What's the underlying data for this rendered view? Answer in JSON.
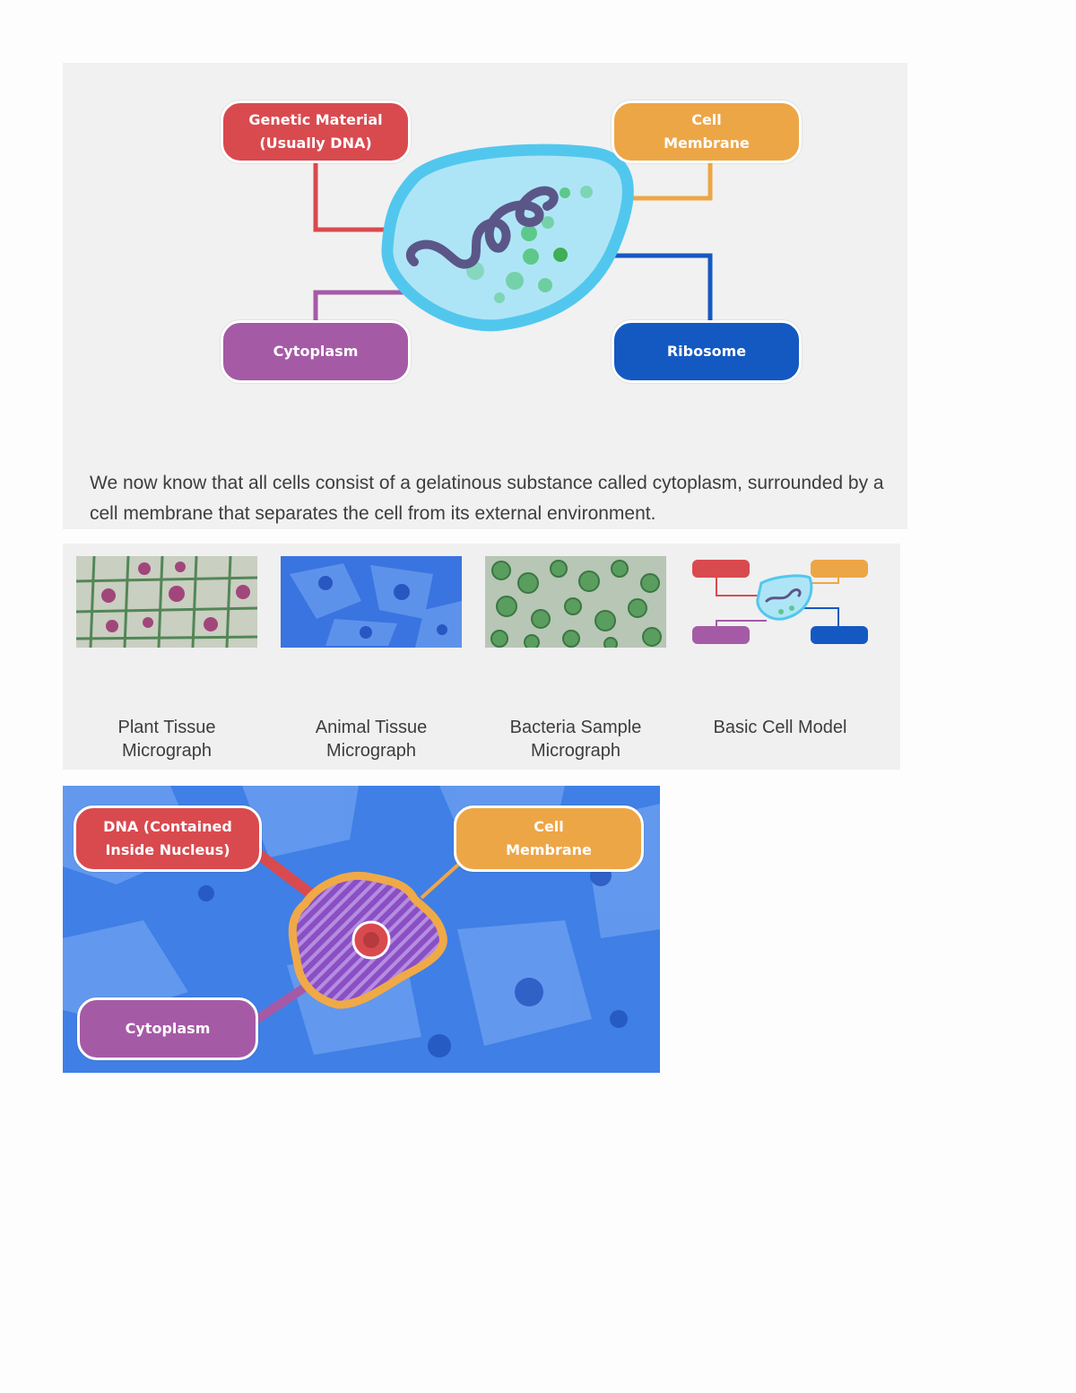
{
  "diagram1": {
    "labels": {
      "genetic": "Genetic Material\n(Usually DNA)",
      "membrane": "Cell\nMembrane",
      "cytoplasm": "Cytoplasm",
      "ribosome": "Ribosome"
    },
    "colors": {
      "genetic": "#d94a4f",
      "membrane": "#eda646",
      "cytoplasm": "#a55aa6",
      "ribosome": "#1459c2",
      "cell_fill": "#aee5f6",
      "cell_outline": "#52c7ee",
      "organelle": "#5cc98a",
      "dna": "#5b5688"
    }
  },
  "caption": "We now know that all cells consist of a gelatinous substance called cytoplasm, surrounded by a cell membrane that separates the cell from its external environment.",
  "gallery": {
    "items": [
      {
        "label": "Plant Tissue\nMicrograph"
      },
      {
        "label": "Animal Tissue\nMicrograph"
      },
      {
        "label": "Bacteria Sample\nMicrograph"
      },
      {
        "label": "Basic Cell Model"
      }
    ]
  },
  "diagram2": {
    "labels": {
      "dna": "DNA (Contained\nInside Nucleus)",
      "membrane": "Cell\nMembrane",
      "cytoplasm": "Cytoplasm"
    },
    "colors": {
      "dna": "#d94a4f",
      "membrane": "#eda646",
      "cytoplasm": "#a55aa6",
      "background": "#3f7fe6"
    }
  }
}
